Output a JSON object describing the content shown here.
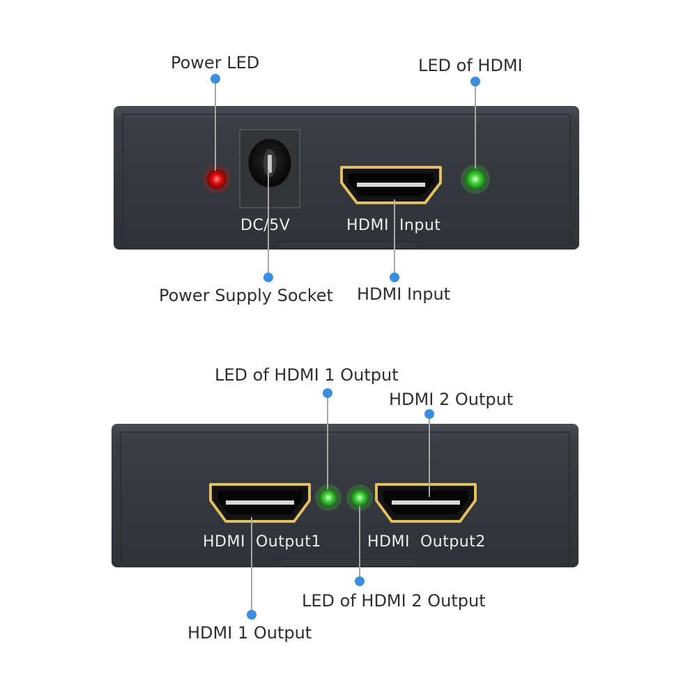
{
  "top_panel": {
    "silkscreen": {
      "dc": "DC/5V",
      "hdmi_input": "HDMI  Input"
    },
    "callouts": {
      "power_led": "Power LED",
      "led_of_hdmi": "LED of HDMI",
      "power_supply_socket": "Power Supply Socket",
      "hdmi_input": "HDMI Input"
    },
    "led_colors": {
      "power": "#e01010",
      "hdmi": "#3fd23a"
    }
  },
  "bottom_panel": {
    "silkscreen": {
      "output1": "HDMI  Output1",
      "output2": "HDMI  Output2"
    },
    "callouts": {
      "led_hdmi1_output": "LED of HDMI 1 Output",
      "hdmi2_output": "HDMI 2 Output",
      "led_hdmi2_output": "LED of HDMI 2 Output",
      "hdmi1_output": "HDMI 1 Output"
    },
    "led_colors": {
      "out1": "#3fd23a",
      "out2": "#3fd23a"
    }
  },
  "colors": {
    "callout_dot": "#3b8de0",
    "port_gold": "#e2bf61",
    "panel": "#3a3d42"
  }
}
